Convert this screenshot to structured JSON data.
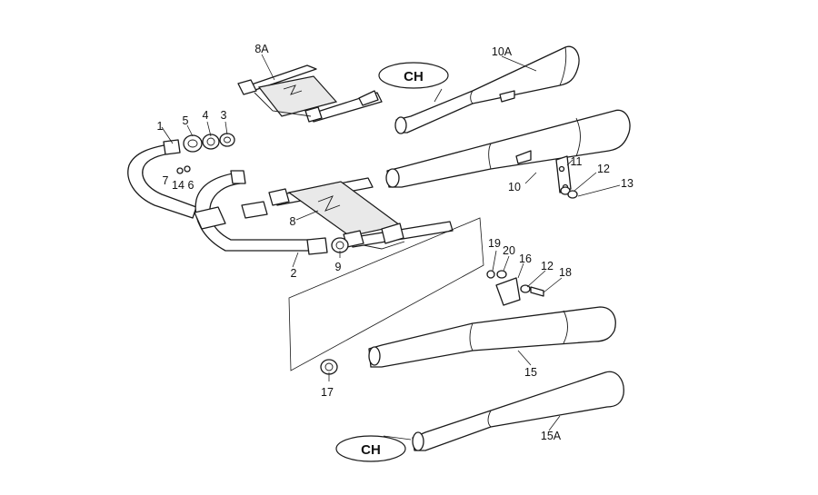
{
  "diagram": {
    "callouts": [
      "1",
      "2",
      "3",
      "4",
      "5",
      "6",
      "7",
      "8",
      "8A",
      "9",
      "10",
      "10A",
      "11",
      "12",
      "12",
      "13",
      "14",
      "15",
      "15A",
      "16",
      "17",
      "18",
      "19",
      "20"
    ],
    "ch_labels": [
      "CH",
      "CH"
    ]
  }
}
